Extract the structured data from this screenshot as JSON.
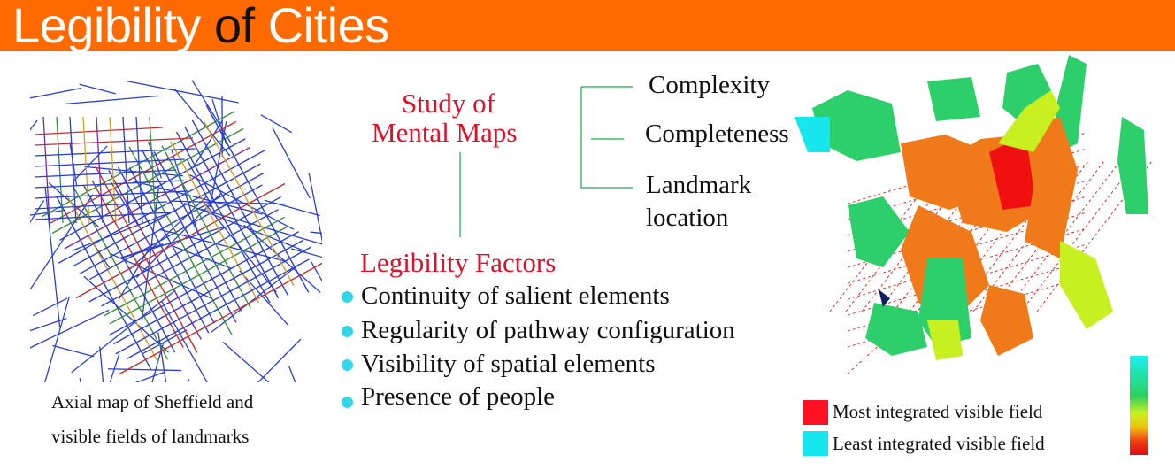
{
  "title": {
    "part1": "Legibility ",
    "part2": "of",
    "part3": " Cities"
  },
  "colors": {
    "banner": "#ff6a00",
    "title_white": "#ffffff",
    "title_dark": "#111111",
    "heading_red": "#e0102a",
    "connector_green": "#3fbf66",
    "bullet_cyan": "#33d6e8",
    "legend_most": "#ff1022",
    "legend_least": "#16e6f0"
  },
  "left_map": {
    "caption_line1": "Axial map of Sheffield and",
    "caption_line2": "visible fields of landmarks"
  },
  "mental_maps": {
    "heading_line1": "Study of",
    "heading_line2": "Mental Maps",
    "items": [
      {
        "text": "Complexity"
      },
      {
        "text": "Completeness"
      },
      {
        "text": "Landmark",
        "text2": "location"
      }
    ]
  },
  "legibility_factors": {
    "heading": "Legibility Factors",
    "items": [
      "Continuity of salient elements",
      "Regularity of pathway configuration",
      "Visibility of spatial elements",
      "Presence of people"
    ]
  },
  "legend": {
    "most": "Most integrated visible field",
    "least": "Least integrated visible field"
  }
}
